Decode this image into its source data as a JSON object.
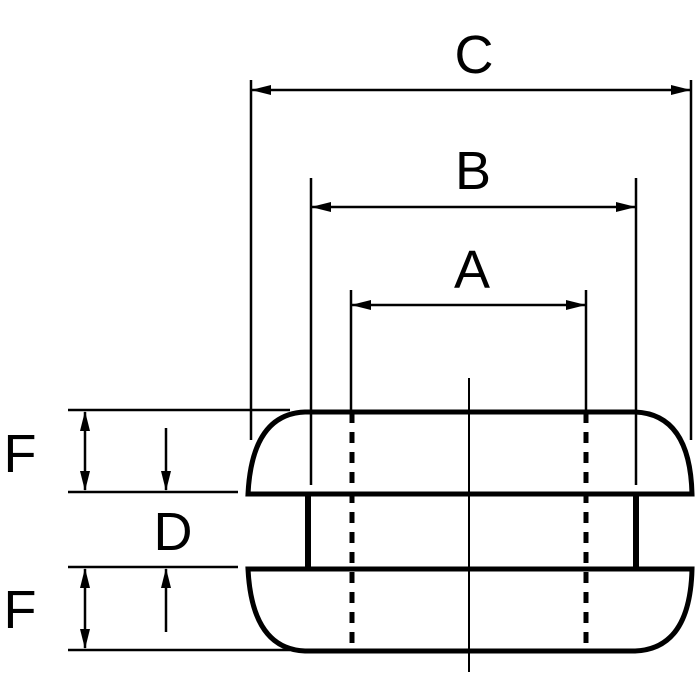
{
  "labels": {
    "a": "A",
    "b": "B",
    "c": "C",
    "d": "D",
    "f_top": "F",
    "f_bottom": "F"
  },
  "colors": {
    "stroke": "#000000",
    "background": "#ffffff"
  }
}
